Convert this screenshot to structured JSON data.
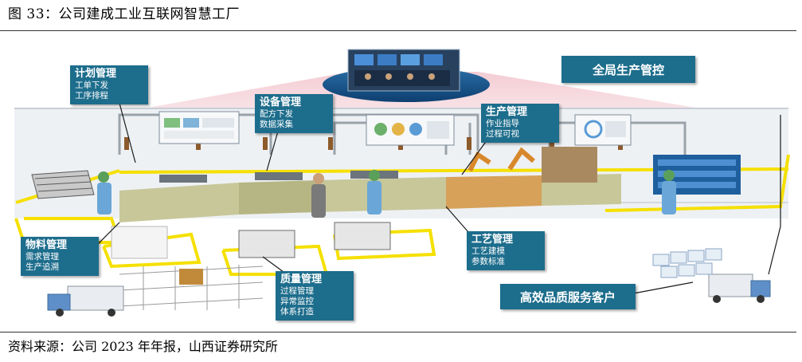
{
  "caption": "图 33：公司建成工业互联网智慧工厂",
  "source": "资料来源：公司 2023 年年报，山西证券研究所",
  "labels": {
    "plan": {
      "title": "计划管理",
      "items": [
        "工单下发",
        "工序排程"
      ]
    },
    "equipment": {
      "title": "设备管理",
      "items": [
        "配方下发",
        "数据采集"
      ]
    },
    "production": {
      "title": "生产管理",
      "items": [
        "作业指导",
        "过程可视"
      ]
    },
    "material": {
      "title": "物料管理",
      "items": [
        "需求管理",
        "生产追溯"
      ]
    },
    "process": {
      "title": "工艺管理",
      "items": [
        "工艺建模",
        "参数标准"
      ]
    },
    "quality": {
      "title": "质量管理",
      "items": [
        "过程管理",
        "异常监控",
        "体系打造"
      ]
    }
  },
  "global_control": "全局生产管控",
  "customer": "高效品质服务客户",
  "colors": {
    "label_bg": "#1d6d8c",
    "floor_line": "#f5e000",
    "floor": "#eef1f4",
    "machine": "#c7c79a"
  }
}
